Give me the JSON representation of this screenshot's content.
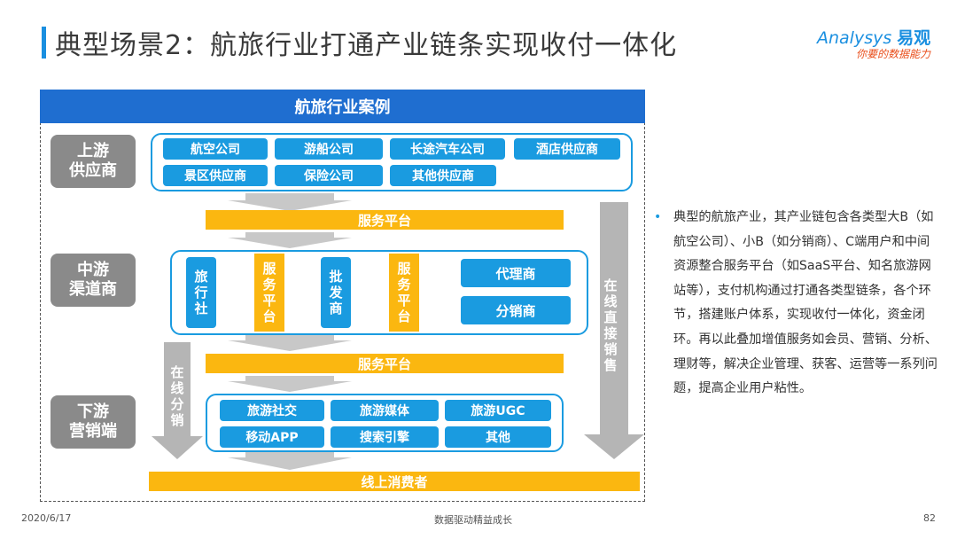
{
  "header": {
    "title": "典型场景2：航旅行业打通产业链条实现收付一体化",
    "logo_text_en": "Analysys",
    "logo_text_cn": "易观",
    "logo_slogan": "你要的数据能力"
  },
  "diagram": {
    "title": "航旅行业案例",
    "tiers": {
      "upstream": [
        "上游",
        "供应商"
      ],
      "midstream": [
        "中游",
        "渠道商"
      ],
      "downstream": [
        "下游",
        "营销端"
      ]
    },
    "upstream_items_row1": [
      "航空公司",
      "游船公司",
      "长途汽车公司",
      "酒店供应商"
    ],
    "upstream_items_row2": [
      "景区供应商",
      "保险公司",
      "其他供应商"
    ],
    "service_platform_1": "服务平台",
    "service_platform_2": "服务平台",
    "mid_chain": {
      "travel_agency": [
        "旅",
        "行",
        "社"
      ],
      "service_1": [
        "服",
        "务",
        "平",
        "台"
      ],
      "wholesaler": [
        "批",
        "发",
        "商"
      ],
      "service_2": [
        "服",
        "务",
        "平",
        "台"
      ],
      "agent": "代理商",
      "distributor": "分销商"
    },
    "online_direct_sales": [
      "在",
      "线",
      "直",
      "接",
      "销",
      "售"
    ],
    "online_distribution": [
      "在",
      "线",
      "分",
      "销"
    ],
    "downstream_items_row1": [
      "旅游社交",
      "旅游媒体",
      "旅游UGC"
    ],
    "downstream_items_row2": [
      "移动APP",
      "搜索引擎",
      "其他"
    ],
    "consumers": "线上消费者"
  },
  "description": "典型的航旅产业，其产业链包含各类型大B（如航空公司）、小B（如分销商）、C端用户和中间资源整合服务平台（如SaaS平台、知名旅游网站等），支付机构通过打通各类型链条，各个环节，搭建账户体系，实现收付一体化，资金闭环。再以此叠加增值服务如会员、营销、分析、理财等，解决企业管理、获客、运营等一系列问题，提高企业用户粘性。",
  "footer": {
    "date": "2020/6/17",
    "slogan": "数据驱动精益成长",
    "page": "82"
  },
  "colors": {
    "brand_blue": "#1a9be0",
    "header_blue": "#1f6ed0",
    "orange": "#fbb710",
    "gray": "#8a8a8a"
  }
}
